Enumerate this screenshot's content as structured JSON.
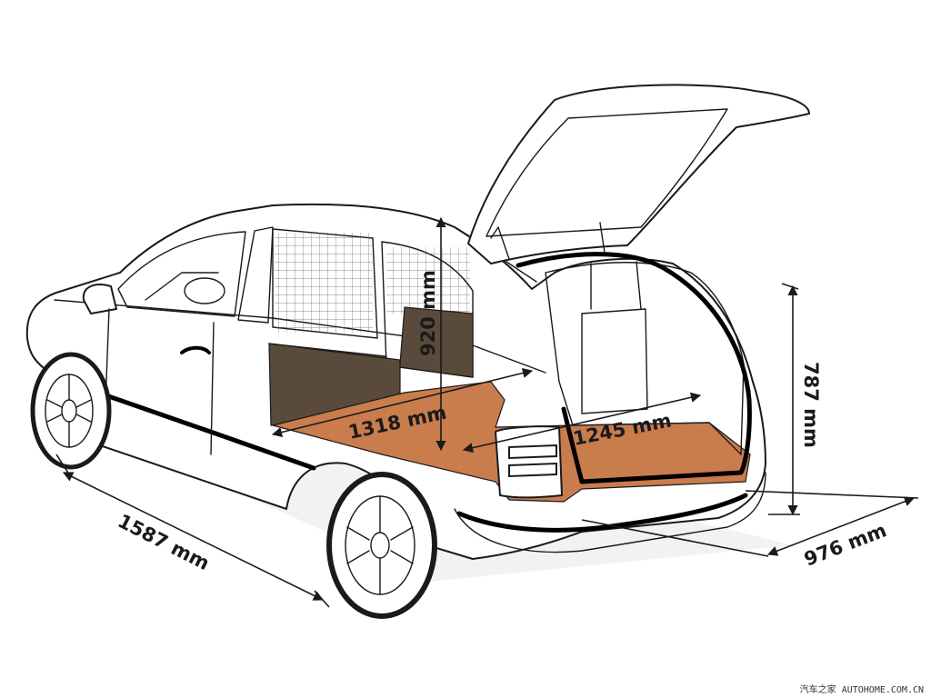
{
  "dimensions": {
    "interior_height": "920 mm",
    "load_length_cabin": "1318 mm",
    "load_length_boot": "1245 mm",
    "boot_height": "787 mm",
    "rear_width": "1587 mm",
    "boot_width": "976 mm"
  },
  "watermark": "汽车之家  AUTOHOME.COM.CN",
  "colors": {
    "cargo_floor": "#c97c4c",
    "cargo_wall": "#5a4a3c",
    "line": "#1a1a1a",
    "background": "#ffffff"
  }
}
